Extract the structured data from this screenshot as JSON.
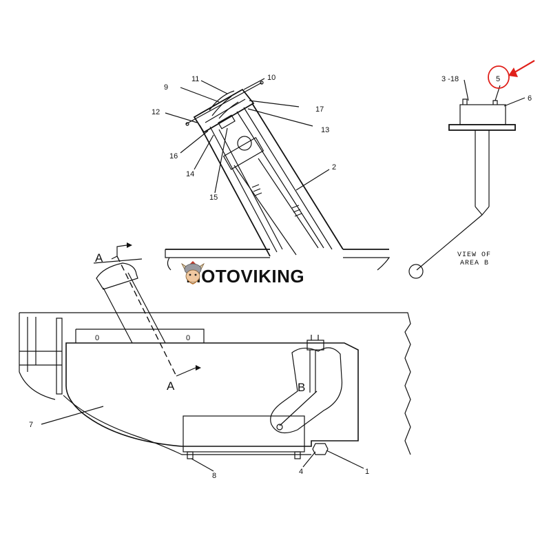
{
  "watermark": {
    "brand_text": "MOTOVIKING",
    "mascot_icon": "viking-mascot-icon"
  },
  "view_caption": {
    "line1": "VIEW OF",
    "line2": "AREA B"
  },
  "section_labels": {
    "a_top": "A",
    "a_bottom": "A",
    "b": "B"
  },
  "callouts": {
    "c1": "1",
    "c2": "2",
    "c3_18": "3 -18",
    "c4": "4",
    "c5": "5",
    "c6": "6",
    "c7": "7",
    "c8": "8",
    "c9": "9",
    "c10": "10",
    "c11": "11",
    "c12": "12",
    "c13": "13",
    "c14": "14",
    "c15": "15",
    "c16": "16",
    "c17": "17"
  },
  "slot_marks": {
    "s1": "0",
    "s2": "0"
  },
  "highlight_color": "#e0201a"
}
